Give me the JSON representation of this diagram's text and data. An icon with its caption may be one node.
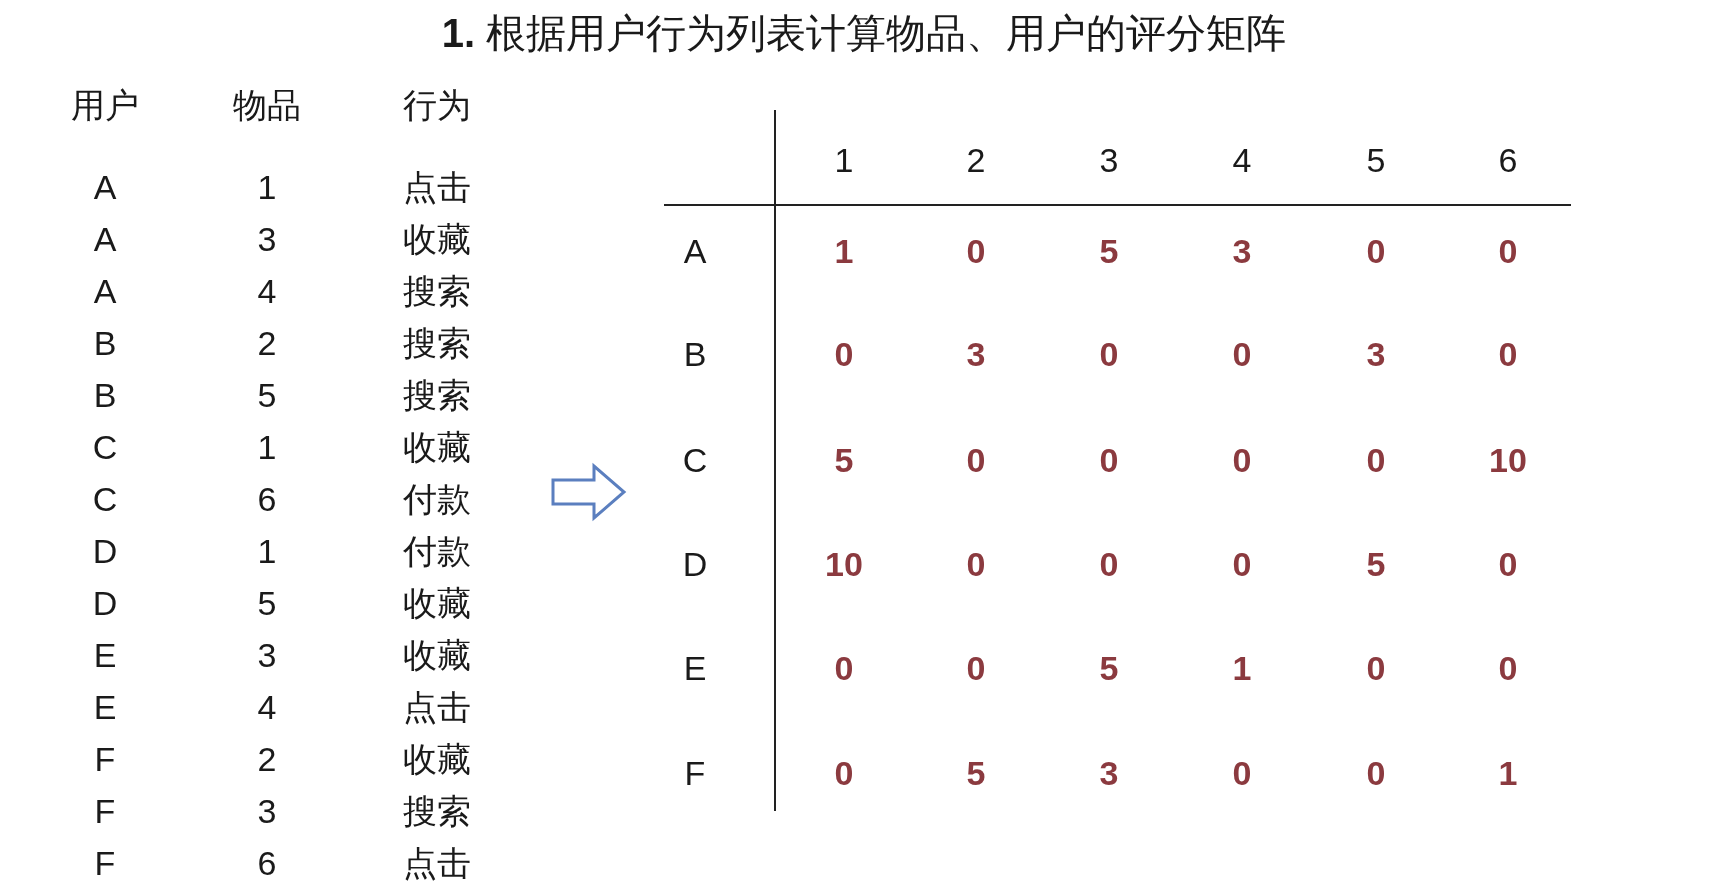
{
  "diagram": {
    "title": "**1.** 根据用户行为列表计算物品、用户的评分矩阵",
    "labels": [
      "用户",
      "物品",
      "行为",
      "A",
      "1",
      "点击",
      "A",
      "3",
      "收藏",
      "A",
      "4",
      "搜索",
      "B",
      "2",
      "搜索",
      "B",
      "5",
      "搜索",
      "C",
      "1",
      "收藏",
      "C",
      "6",
      "付款",
      "D",
      "1",
      "付款",
      "D",
      "5",
      "收藏",
      "E",
      "3",
      "收藏",
      "E",
      "4",
      "点击",
      "F",
      "2",
      "收藏",
      "F",
      "3",
      "搜索",
      "F",
      "6",
      "点击",
      "1",
      "2",
      "3",
      "4",
      "5",
      "6",
      "A",
      "1",
      "0",
      "5",
      "3",
      "0",
      "0",
      "B",
      "0",
      "3",
      "0",
      "0",
      "3",
      "0",
      "C",
      "5",
      "0",
      "0",
      "0",
      "0",
      "10",
      "D",
      "10",
      "0",
      "0",
      "0",
      "5",
      "0",
      "E",
      "0",
      "0",
      "5",
      "1",
      "0",
      "0",
      "F",
      "0",
      "5",
      "3",
      "0",
      "0",
      "1"
    ]
  }
}
